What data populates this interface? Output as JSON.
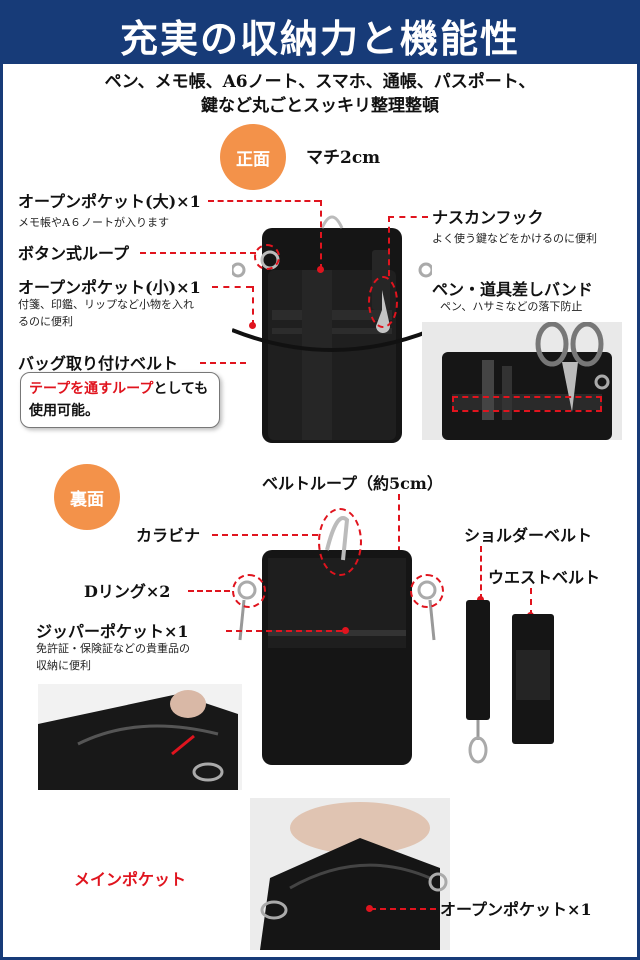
{
  "banner": {
    "title": "充実の収納力と機能性"
  },
  "subtitle": {
    "line1": "ペン、メモ帳、A6ノート、スマホ、通帳、パスポート、",
    "line2": "鍵など丸ごとスッキリ整理整頓"
  },
  "front": {
    "badge": "正面",
    "gusset": "マチ2cm",
    "open_pocket_large": {
      "title": "オープンポケット(大)×1",
      "desc": "メモ帳やA６ノートが入ります"
    },
    "button_loop": {
      "title": "ボタン式ループ"
    },
    "open_pocket_small": {
      "title": "オープンポケット(小)×1",
      "desc1": "付箋、印鑑、リップなど小物を入れ",
      "desc2": "るのに便利"
    },
    "bag_belt": {
      "title": "バッグ取り付けベルト"
    },
    "loop_note": {
      "highlight": "テープを通すループ",
      "rest": "としても",
      "line2": "使用可能。"
    },
    "snap_hook": {
      "title": "ナスカンフック",
      "desc": "よく使う鍵などをかけるのに便利"
    },
    "pen_band": {
      "title": "ペン・道具差しバンド",
      "desc": "ペン、ハサミなどの落下防止"
    }
  },
  "back": {
    "badge": "裏面",
    "belt_loop": "ベルトループ（約5cm）",
    "carabiner": "カラビナ",
    "d_ring": "Dリング×2",
    "zipper_pocket": {
      "title": "ジッパーポケット×1",
      "desc1": "免許証・保険証などの貴重品の",
      "desc2": "収納に便利"
    },
    "shoulder_belt": "ショルダーベルト",
    "waist_belt": "ウエストベルト"
  },
  "main_pocket": {
    "label": "メインポケット",
    "open_pocket": "オープンポケット×1"
  },
  "colors": {
    "banner": "#173b78",
    "badge": "#f3924a",
    "accent": "#e0141e"
  }
}
